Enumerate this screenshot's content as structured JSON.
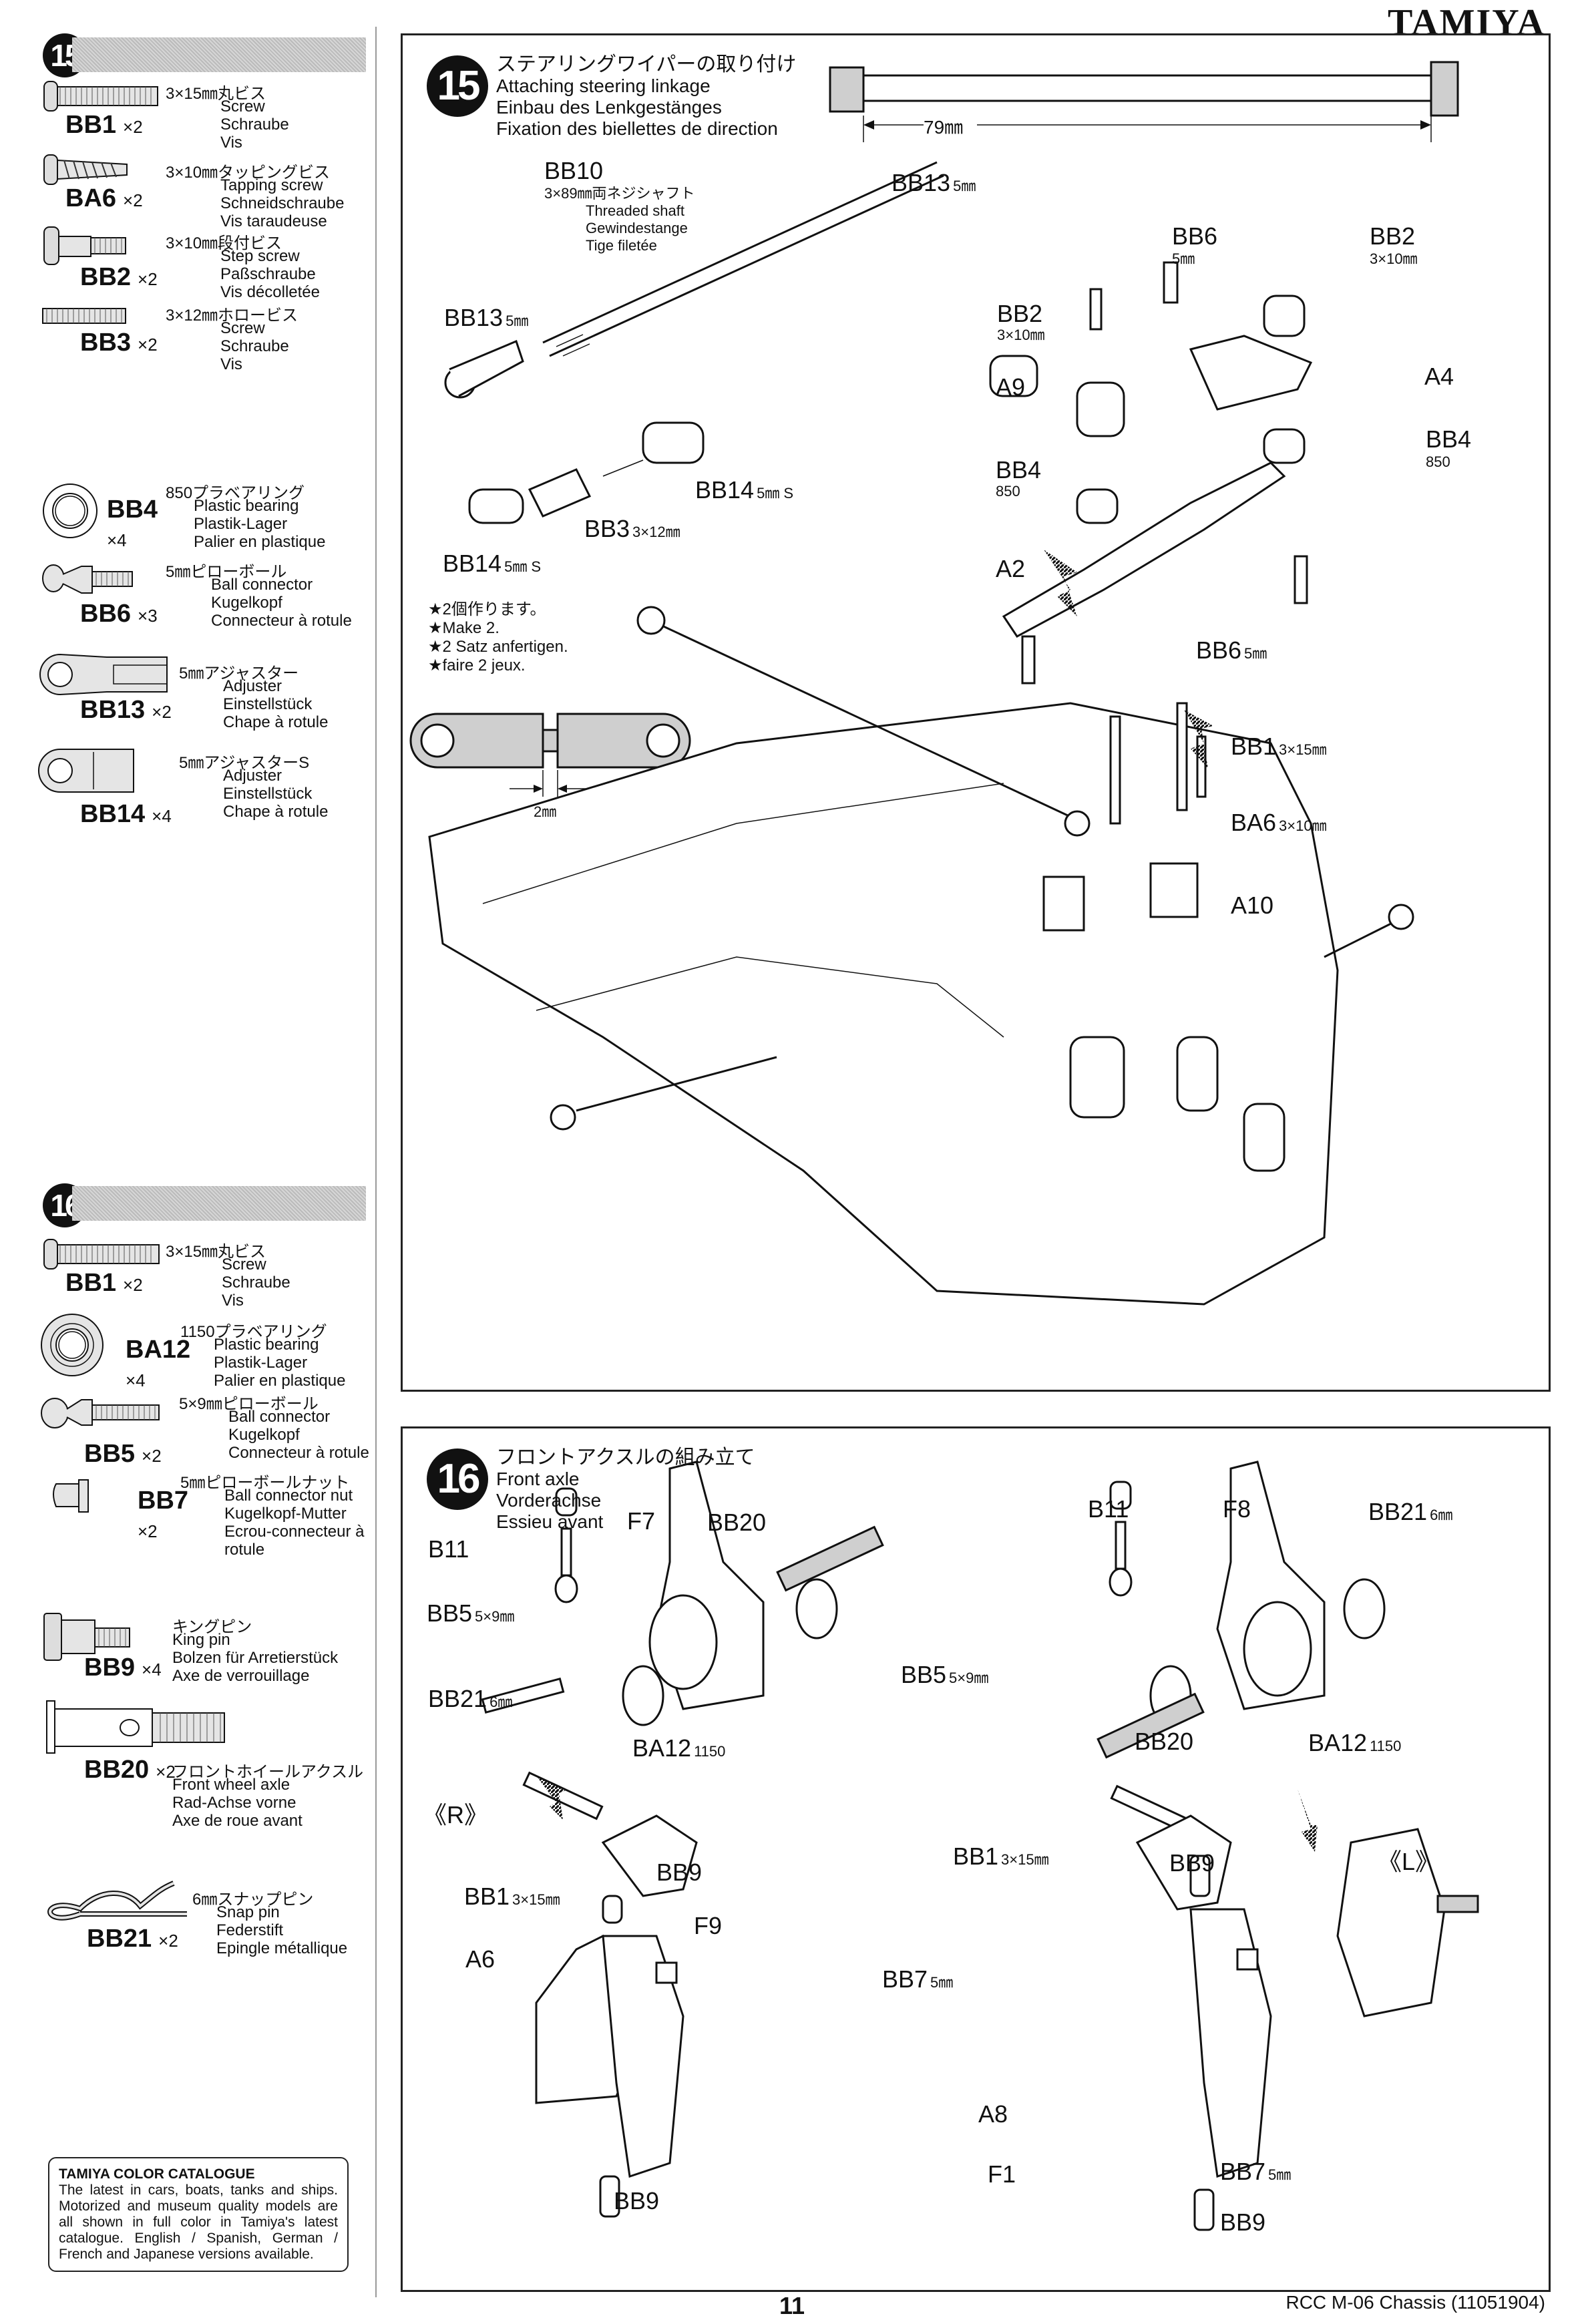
{
  "header": {
    "brand": "TAMIYA"
  },
  "sidebar": {
    "steps": [
      {
        "number": "15",
        "parts": [
          {
            "code": "BB1",
            "qty": "×2",
            "jp": "3×15㎜丸ビス",
            "en": "Screw",
            "de": "Schraube",
            "fr": "Vis",
            "icon": "pan-head-screw-icon"
          },
          {
            "code": "BA6",
            "qty": "×2",
            "jp": "3×10㎜タッピングビス",
            "en": "Tapping screw",
            "de": "Schneidschraube",
            "fr": "Vis taraudeuse",
            "icon": "tapping-screw-icon"
          },
          {
            "code": "BB2",
            "qty": "×2",
            "jp": "3×10㎜段付ビス",
            "en": "Step screw",
            "de": "Paßschraube",
            "fr": "Vis décolletée",
            "icon": "step-screw-icon"
          },
          {
            "code": "BB3",
            "qty": "×2",
            "jp": "3×12㎜ホロービス",
            "en": "Screw",
            "de": "Schraube",
            "fr": "Vis",
            "icon": "set-screw-icon"
          },
          {
            "code": "BB4",
            "qty": "×4",
            "jp": "850プラベアリング",
            "en": "Plastic bearing",
            "de": "Plastik-Lager",
            "fr": "Palier en plastique",
            "icon": "bearing-icon"
          },
          {
            "code": "BB6",
            "qty": "×3",
            "jp": "5㎜ピローボール",
            "en": "Ball connector",
            "de": "Kugelkopf",
            "fr": "Connecteur à rotule",
            "icon": "ball-connector-icon"
          },
          {
            "code": "BB13",
            "qty": "×2",
            "jp": "5㎜アジャスター",
            "en": "Adjuster",
            "de": "Einstellstück",
            "fr": "Chape à rotule",
            "icon": "adjuster-icon"
          },
          {
            "code": "BB14",
            "qty": "×4",
            "jp": "5㎜アジャスターS",
            "en": "Adjuster",
            "de": "Einstellstück",
            "fr": "Chape à rotule",
            "icon": "adjuster-short-icon"
          }
        ]
      },
      {
        "number": "16",
        "parts": [
          {
            "code": "BB1",
            "qty": "×2",
            "jp": "3×15㎜丸ビス",
            "en": "Screw",
            "de": "Schraube",
            "fr": "Vis",
            "icon": "pan-head-screw-icon"
          },
          {
            "code": "BA12",
            "qty": "×4",
            "jp": "1150プラベアリング",
            "en": "Plastic bearing",
            "de": "Plastik-Lager",
            "fr": "Palier en plastique",
            "icon": "flanged-bearing-icon"
          },
          {
            "code": "BB5",
            "qty": "×2",
            "jp": "5×9㎜ピローボール",
            "en": "Ball connector",
            "de": "Kugelkopf",
            "fr": "Connecteur à rotule",
            "icon": "ball-connector-icon"
          },
          {
            "code": "BB7",
            "qty": "×2",
            "jp": "5㎜ピローボールナット",
            "en": "Ball connector nut",
            "de": "Kugelkopf-Mutter",
            "fr": "Ecrou-connecteur à rotule",
            "icon": "ball-nut-icon"
          },
          {
            "code": "BB9",
            "qty": "×4",
            "jp": "キングピン",
            "en": "King pin",
            "de": "Bolzen für Arretierstück",
            "fr": "Axe de verrouillage",
            "icon": "king-pin-icon"
          },
          {
            "code": "BB20",
            "qty": "×2",
            "jp": "フロントホイールアクスル",
            "en": "Front wheel axle",
            "de": "Rad-Achse vorne",
            "fr": "Axe de roue avant",
            "icon": "axle-icon"
          },
          {
            "code": "BB21",
            "qty": "×2",
            "jp": "6㎜スナップピン",
            "en": "Snap pin",
            "de": "Federstift",
            "fr": "Epingle métallique",
            "icon": "snap-pin-icon"
          }
        ]
      }
    ],
    "catalogue": {
      "title": "TAMIYA COLOR CATALOGUE",
      "body": "The latest in cars, boats, tanks and ships. Motorized and museum quality models are all shown in full color in Tamiya's latest catalogue. English / Spanish, German / French and Japanese versions available."
    }
  },
  "step15": {
    "number": "15",
    "title_jp": "ステアリングワイパーの取り付け",
    "title_en": "Attaching steering linkage",
    "title_de": "Einbau des Lenkgestänges",
    "title_fr": "Fixation des biellettes de direction",
    "dimension": "79㎜",
    "shaft": {
      "code": "BB10",
      "jp": "3×89㎜両ネジシャフト",
      "en": "Threaded shaft",
      "de": "Gewindestange",
      "fr": "Tige filetée"
    },
    "labels": [
      {
        "code": "BB13",
        "size": "5㎜"
      },
      {
        "code": "BB13",
        "size": "5㎜"
      },
      {
        "code": "BB14",
        "size": "5㎜ S"
      },
      {
        "code": "BB3",
        "size": "3×12㎜"
      },
      {
        "code": "BB14",
        "size": "5㎜ S"
      },
      {
        "code": "BB6",
        "size": "5㎜"
      },
      {
        "code": "BB2",
        "size": "3×10㎜"
      },
      {
        "code": "BB2",
        "size": "3×10㎜"
      },
      {
        "code": "A4",
        "size": ""
      },
      {
        "code": "A9",
        "size": ""
      },
      {
        "code": "BB4",
        "size": "850"
      },
      {
        "code": "BB4",
        "size": "850"
      },
      {
        "code": "A2",
        "size": ""
      },
      {
        "code": "BB6",
        "size": "5㎜"
      },
      {
        "code": "BB1",
        "size": "3×15㎜"
      },
      {
        "code": "BA6",
        "size": "3×10㎜"
      },
      {
        "code": "A10",
        "size": ""
      }
    ],
    "notes": [
      "★2個作ります。",
      "★Make 2.",
      "★2 Satz anfertigen.",
      "★faire 2 jeux."
    ],
    "gap": "2㎜"
  },
  "step16": {
    "number": "16",
    "title_jp": "フロントアクスルの組み立て",
    "title_en": "Front axle",
    "title_de": "Vorderachse",
    "title_fr": "Essieu avant",
    "side_r": "《R》",
    "side_l": "《L》",
    "labels": [
      {
        "code": "B11",
        "size": ""
      },
      {
        "code": "F7",
        "size": ""
      },
      {
        "code": "BB20",
        "size": ""
      },
      {
        "code": "BB5",
        "size": "5×9㎜"
      },
      {
        "code": "BB21",
        "size": "6㎜"
      },
      {
        "code": "BA12",
        "size": "1150"
      },
      {
        "code": "B11",
        "size": ""
      },
      {
        "code": "F8",
        "size": ""
      },
      {
        "code": "BB21",
        "size": "6㎜"
      },
      {
        "code": "BB5",
        "size": "5×9㎜"
      },
      {
        "code": "BB20",
        "size": ""
      },
      {
        "code": "BA12",
        "size": "1150"
      },
      {
        "code": "BB1",
        "size": "3×15㎜"
      },
      {
        "code": "BB9",
        "size": ""
      },
      {
        "code": "A6",
        "size": ""
      },
      {
        "code": "F9",
        "size": ""
      },
      {
        "code": "BB7",
        "size": "5㎜"
      },
      {
        "code": "BB9",
        "size": ""
      },
      {
        "code": "BB1",
        "size": "3×15㎜"
      },
      {
        "code": "BB9",
        "size": ""
      },
      {
        "code": "A8",
        "size": ""
      },
      {
        "code": "F1",
        "size": ""
      },
      {
        "code": "BB7",
        "size": "5㎜"
      },
      {
        "code": "BB9",
        "size": ""
      }
    ]
  },
  "footer": {
    "page": "11",
    "model": "RCC M-06 Chassis (11051904)"
  }
}
